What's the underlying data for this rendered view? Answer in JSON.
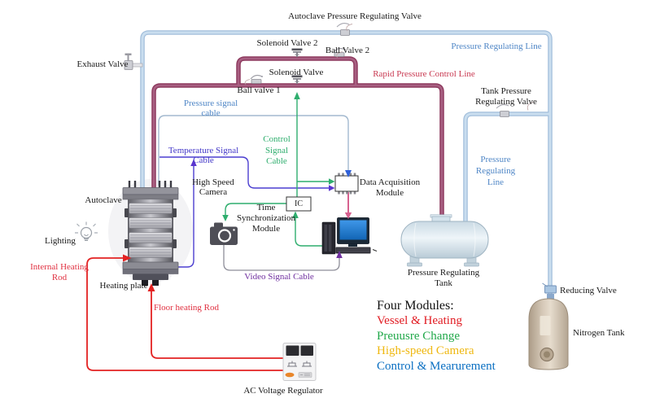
{
  "colors": {
    "pipe_pressure_edge": "#a2bedb",
    "pipe_pressure_core": "#cadeef",
    "pipe_rapid_edge": "#8e3a5f",
    "pipe_rapid_core": "#a86082",
    "cable_pressure": "#a3b9cf",
    "cable_temperature": "#4c3fd0",
    "cable_control": "#2fae6e",
    "cable_video": "#8e8e99",
    "cable_display": "#d7618f",
    "power": "#e32222",
    "arrow_pressure": "#2e5fd8",
    "arrow_video": "#7030a0",
    "text_blue": "#4f86c6",
    "text_rapid": "#c83850",
    "text_temperature": "#4338c8",
    "text_control": "#2fae6e",
    "text_power": "#e03040",
    "legend_red": "#e11b22",
    "legend_green": "#21a84a",
    "legend_gold": "#efb810",
    "legend_blue": "#0a6fc2"
  },
  "labels": {
    "autoclave_prv": "Autoclave Pressure Regulating Valve",
    "solenoid_valve_2": "Solenoid Valve 2",
    "ball_valve_2": "Ball Valve 2",
    "solenoid_valve": "Solenoid Valve",
    "ball_valve_1": "Ball valve 1",
    "rapid_line": "Rapid Pressure Control Line",
    "pressure_line": "Pressure Regulating Line",
    "tank_valve": [
      "Tank Pressure",
      "Regulating Valve"
    ],
    "pressure_line_v": [
      "Pressure",
      "Regulating",
      "Line"
    ],
    "exhaust_valve": "Exhaust Valve",
    "pressure_cable": "Pressure signal cable",
    "temperature_cable": "Temperature Signal Cable",
    "control_cable": [
      "Control",
      "Signal",
      "Cable"
    ],
    "autoclave": "Autoclave",
    "lighting": "Lighting",
    "internal_rod": [
      "Internal Heating",
      "Rod"
    ],
    "heating_plate": "Heating plate",
    "floor_rod": "Floor heating Rod",
    "camera": [
      "High Speed",
      "Camera"
    ],
    "time_sync": [
      "Time",
      "Synchronization",
      "Module"
    ],
    "daq": [
      "Data Acquisition",
      "Module"
    ],
    "ic": "IC",
    "video_cable": "Video Signal Cable",
    "tank": [
      "Pressure Regulating",
      "Tank"
    ],
    "reducing_valve": "Reducing Valve",
    "nitrogen_tank": "Nitrogen Tank",
    "ac_regulator": "AC Voltage Regulator"
  },
  "legend": {
    "title": "Four Modules:",
    "items": [
      "Vessel & Heating",
      "Preuusre Change",
      "High-speed Camera",
      "Control & Mearurement"
    ]
  }
}
